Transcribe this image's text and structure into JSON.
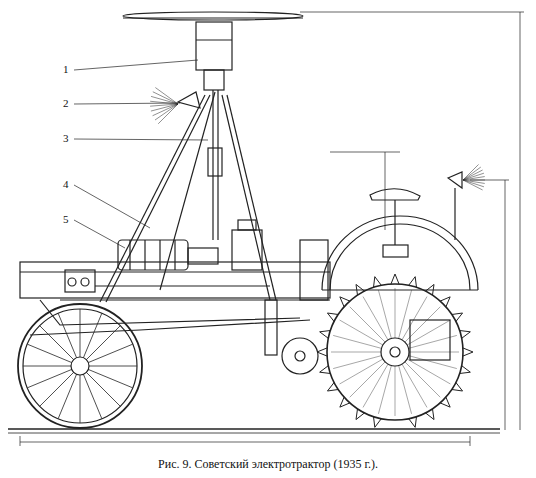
{
  "diagram": {
    "caption": "Рис. 9. Советский электротрактор (1935 г.).",
    "labels": [
      "1",
      "2",
      "3",
      "4",
      "5"
    ]
  }
}
